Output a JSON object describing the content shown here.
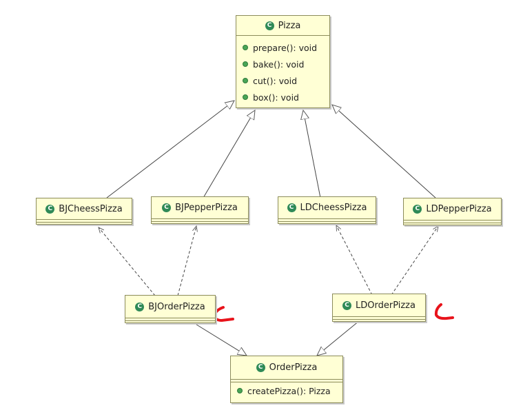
{
  "classes": {
    "pizza": {
      "name": "Pizza",
      "methods": [
        "prepare(): void",
        "bake(): void",
        "cut(): void",
        "box(): void"
      ]
    },
    "bj_cheess": {
      "name": "BJCheessPizza"
    },
    "bj_pepper": {
      "name": "BJPepperPizza"
    },
    "ld_cheess": {
      "name": "LDCheessPizza"
    },
    "ld_pepper": {
      "name": "LDPepperPizza"
    },
    "bj_order": {
      "name": "BJOrderPizza"
    },
    "ld_order": {
      "name": "LDOrderPizza"
    },
    "order": {
      "name": "OrderPizza",
      "methods": [
        "createPizza(): Pizza"
      ]
    }
  },
  "class_icon": "class-c-icon",
  "method_icon": "public-method-dot-icon",
  "colors": {
    "box_fill": "#ffffd5",
    "box_border": "#8b8b5a",
    "icon_green": "#2f8a57",
    "annotation_red": "#e8131b"
  }
}
